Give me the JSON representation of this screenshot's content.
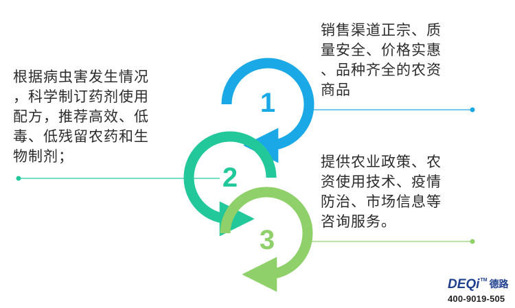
{
  "steps": [
    {
      "number": "1",
      "text": "销售渠道正宗、质\n量安全、价格实惠\n、品种齐全的农资\n商品",
      "color": "#1aa9e6"
    },
    {
      "number": "2",
      "text": "根据病虫害发生情况\n，科学制订药剂使用\n配方，推荐高效、低\n毒、低残留农药和生\n物制剂；",
      "color": "#22c89a"
    },
    {
      "number": "3",
      "text": "提供农业政策、农\n资使用技术、疫情\n防治、市场信息等\n咨询服务。",
      "color": "#8fd06a"
    }
  ],
  "brand": {
    "logo_latin": "DEQi",
    "logo_tm": "TM",
    "logo_cn": "德路",
    "phone": "400-9019-505"
  }
}
